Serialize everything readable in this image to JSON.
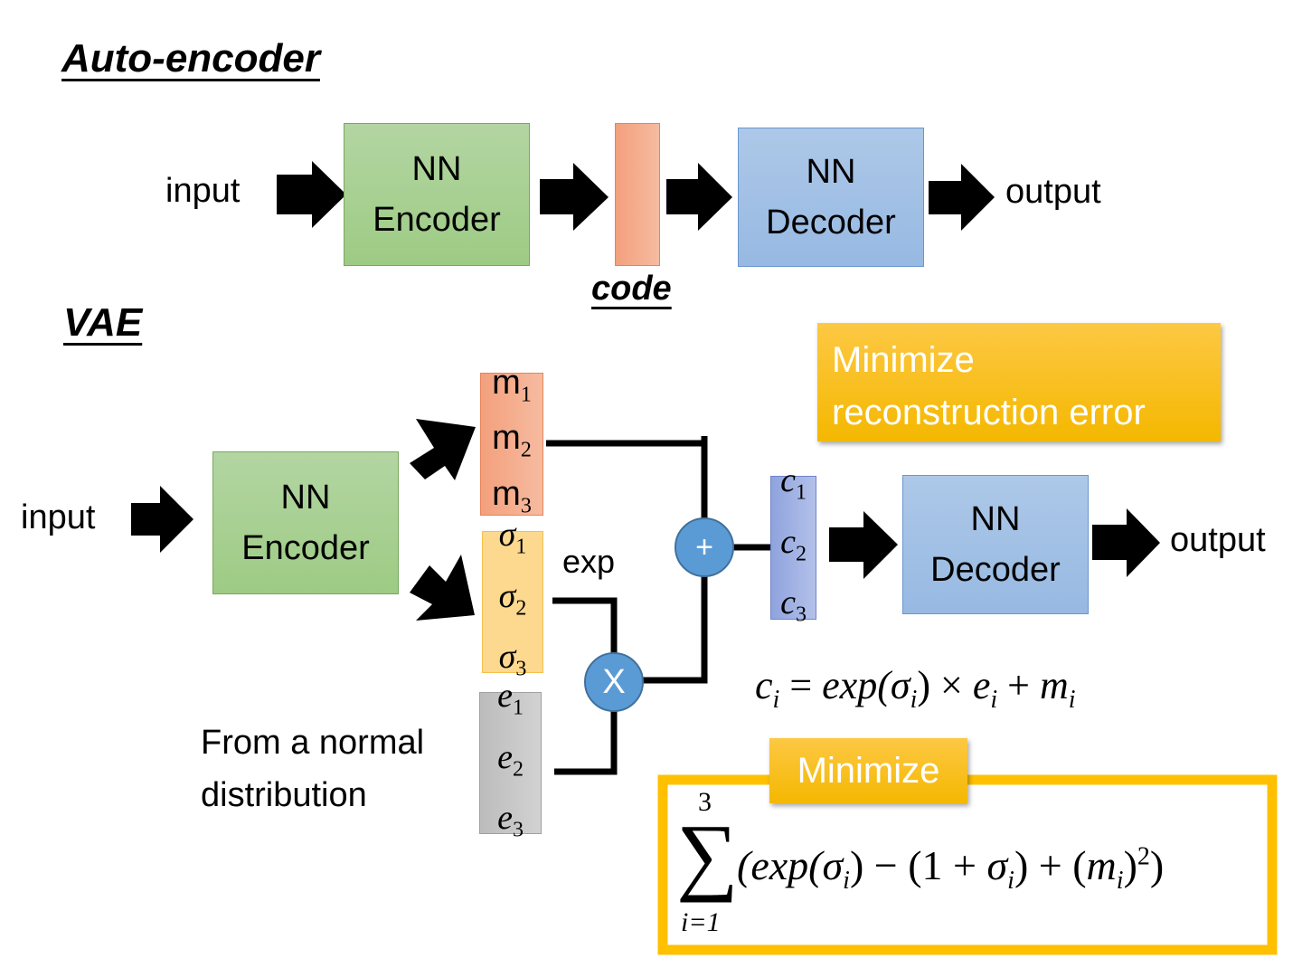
{
  "autoencoder": {
    "title": "Auto-encoder",
    "input_label": "input",
    "encoder": {
      "line1": "NN",
      "line2": "Encoder"
    },
    "code_label": "code",
    "decoder": {
      "line1": "NN",
      "line2": "Decoder"
    },
    "output_label": "output"
  },
  "vae": {
    "title": "VAE",
    "input_label": "input",
    "encoder": {
      "line1": "NN",
      "line2": "Encoder"
    },
    "m_vector": [
      {
        "base": "m",
        "sub": "1"
      },
      {
        "base": "m",
        "sub": "2"
      },
      {
        "base": "m",
        "sub": "3"
      }
    ],
    "sigma_vector": [
      {
        "base": "σ",
        "sub": "1"
      },
      {
        "base": "σ",
        "sub": "2"
      },
      {
        "base": "σ",
        "sub": "3"
      }
    ],
    "e_vector": [
      {
        "base": "e",
        "sub": "1"
      },
      {
        "base": "e",
        "sub": "2"
      },
      {
        "base": "e",
        "sub": "3"
      }
    ],
    "c_vector": [
      {
        "base": "c",
        "sub": "1"
      },
      {
        "base": "c",
        "sub": "2"
      },
      {
        "base": "c",
        "sub": "3"
      }
    ],
    "exp_label": "exp",
    "plus_symbol": "+",
    "multiply_symbol": "X",
    "normal_label_line1": "From a normal",
    "normal_label_line2": "distribution",
    "decoder": {
      "line1": "NN",
      "line2": "Decoder"
    },
    "output_label": "output",
    "reconstruction_callout": {
      "line1": "Minimize",
      "line2": "reconstruction error"
    },
    "c_formula": {
      "lhs": "c",
      "lhs_sub": "i",
      "eq": "=",
      "exp": "exp(",
      "sigma": "σ",
      "sigma_sub": "i",
      "close": ")",
      "times": "×",
      "e": "e",
      "e_sub": "i",
      "plus": "+",
      "m": "m",
      "m_sub": "i"
    },
    "kl_callout": "Minimize",
    "kl_formula": {
      "sum_upper": "3",
      "sum_lower": "i=1",
      "sum_symbol": "∑",
      "body_part1": "(exp(",
      "sigma": "σ",
      "sub_i": "i",
      "body_part2": ") − (1 + ",
      "body_part3": ") + (",
      "m": "m",
      "body_part4": ")",
      "sq": "2",
      "body_part5": ")"
    }
  },
  "colors": {
    "encoder_green": "#a9d18e",
    "decoder_blue": "#9dc3e6",
    "code_orange": "#f4b183",
    "sigma_yellow": "#ffd966",
    "noise_gray": "#c9c9c9",
    "c_purple": "#8faadc",
    "op_circle_blue": "#5b9bd5",
    "callout_gold": "#ffc000"
  }
}
